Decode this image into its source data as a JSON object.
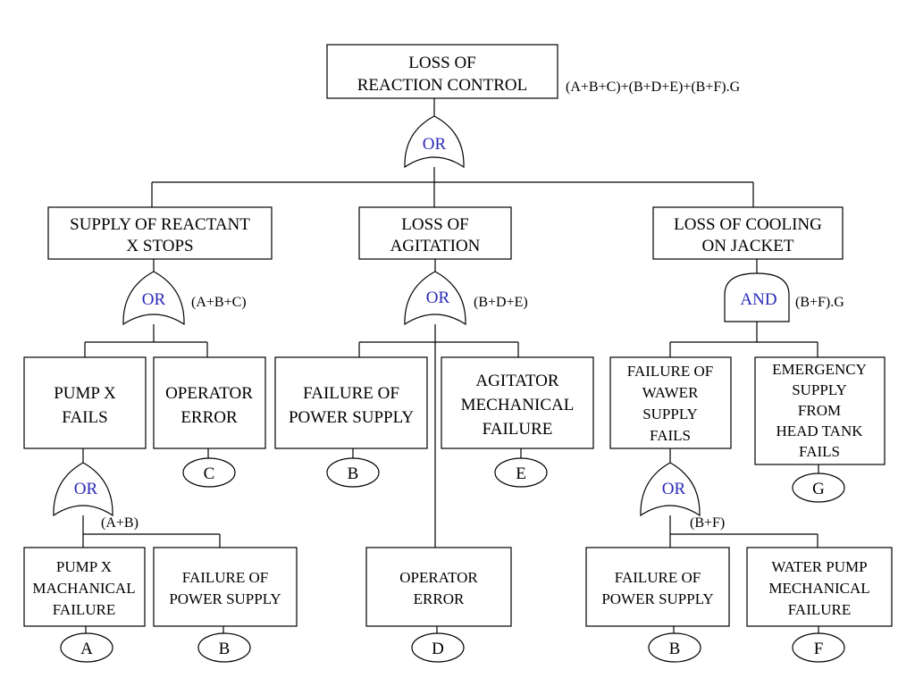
{
  "top_event": {
    "line1": "LOSS OF",
    "line2": "REACTION CONTROL",
    "expression": "(A+B+C)+(B+D+E)+(B+F).G"
  },
  "gates": {
    "top": "OR",
    "supply": "OR",
    "agitation": "OR",
    "cooling": "AND",
    "pump": "OR",
    "water": "OR"
  },
  "expressions": {
    "supply": "(A+B+C)",
    "agitation": "(B+D+E)",
    "cooling": "(B+F).G",
    "pump": "(A+B)",
    "water": "(B+F)"
  },
  "events": {
    "supply_reactant": {
      "line1": "SUPPLY OF REACTANT",
      "line2": "X STOPS"
    },
    "loss_agitation": {
      "line1": "LOSS OF",
      "line2": "AGITATION"
    },
    "loss_cooling": {
      "line1": "LOSS OF COOLING",
      "line2": "ON JACKET"
    },
    "pump_x_fails": {
      "line1": "PUMP X",
      "line2": "FAILS"
    },
    "operator_error_c": {
      "line1": "OPERATOR",
      "line2": "ERROR"
    },
    "failure_power_b1": {
      "line1": "FAILURE OF",
      "line2": "POWER SUPPLY"
    },
    "agitator_mech": {
      "line1": "AGITATOR",
      "line2": "MECHANICAL",
      "line3": "FAILURE"
    },
    "failure_water_supply": {
      "line1": "FAILURE OF",
      "line2": "WAWER",
      "line3": "SUPPLY",
      "line4": "FAILS"
    },
    "emergency_supply": {
      "line1": "EMERGENCY",
      "line2": "SUPPLY",
      "line3": "FROM",
      "line4": "HEAD TANK",
      "line5": "FAILS"
    },
    "pump_x_mech": {
      "line1": "PUMP X",
      "line2": "MACHANICAL",
      "line3": "FAILURE"
    },
    "failure_power_b2": {
      "line1": "FAILURE OF",
      "line2": "POWER SUPPLY"
    },
    "operator_error_d": {
      "line1": "OPERATOR",
      "line2": "ERROR"
    },
    "failure_power_b3": {
      "line1": "FAILURE OF",
      "line2": "POWER SUPPLY"
    },
    "water_pump_mech": {
      "line1": "WATER PUMP",
      "line2": "MECHANICAL",
      "line3": "FAILURE"
    }
  },
  "basic_events": {
    "c": "C",
    "b_agitation": "B",
    "e": "E",
    "g": "G",
    "a": "A",
    "b_pump": "B",
    "d": "D",
    "b_water": "B",
    "f": "F"
  }
}
